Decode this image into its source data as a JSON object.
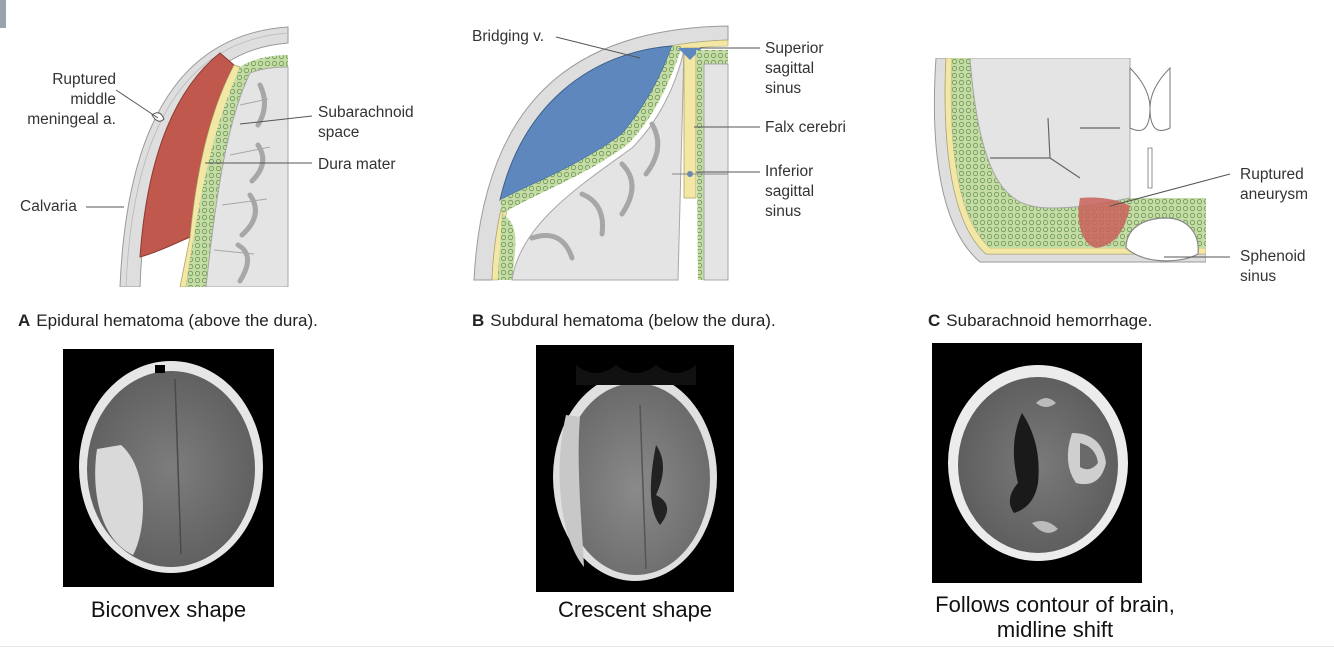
{
  "panels": [
    {
      "letter": "A",
      "caption": "Epidural hematoma (above the dura).",
      "labels": {
        "ruptured": [
          "Ruptured",
          "middle",
          "meningeal a."
        ],
        "subarachnoid": [
          "Subarachnoid",
          "space"
        ],
        "dura": "Dura mater",
        "calvaria": "Calvaria"
      },
      "ct_caption": [
        "Biconvex shape"
      ]
    },
    {
      "letter": "B",
      "caption": "Subdural hematoma (below the dura).",
      "labels": {
        "bridging": "Bridging v.",
        "superior": [
          "Superior",
          "sagittal",
          "sinus"
        ],
        "falx": "Falx cerebri",
        "inferior": [
          "Inferior",
          "sagittal",
          "sinus"
        ]
      },
      "ct_caption": [
        "Crescent shape"
      ]
    },
    {
      "letter": "C",
      "caption": "Subarachnoid hemorrhage.",
      "labels": {
        "aneurysm": [
          "Ruptured",
          "aneurysm"
        ],
        "sphenoid": [
          "Sphenoid",
          "sinus"
        ]
      },
      "ct_caption": [
        "Follows contour of brain,",
        "midline shift"
      ]
    }
  ],
  "colors": {
    "hematoma_epidural": "#c0584d",
    "hematoma_subdural": "#5e88bd",
    "hemorrhage_subarachnoid": "#c9625a",
    "bone": "#dcdcdc",
    "dura": "#f2e7a4",
    "arachnoid_green": "#b9d29a",
    "brain": "#e4e4e4"
  }
}
